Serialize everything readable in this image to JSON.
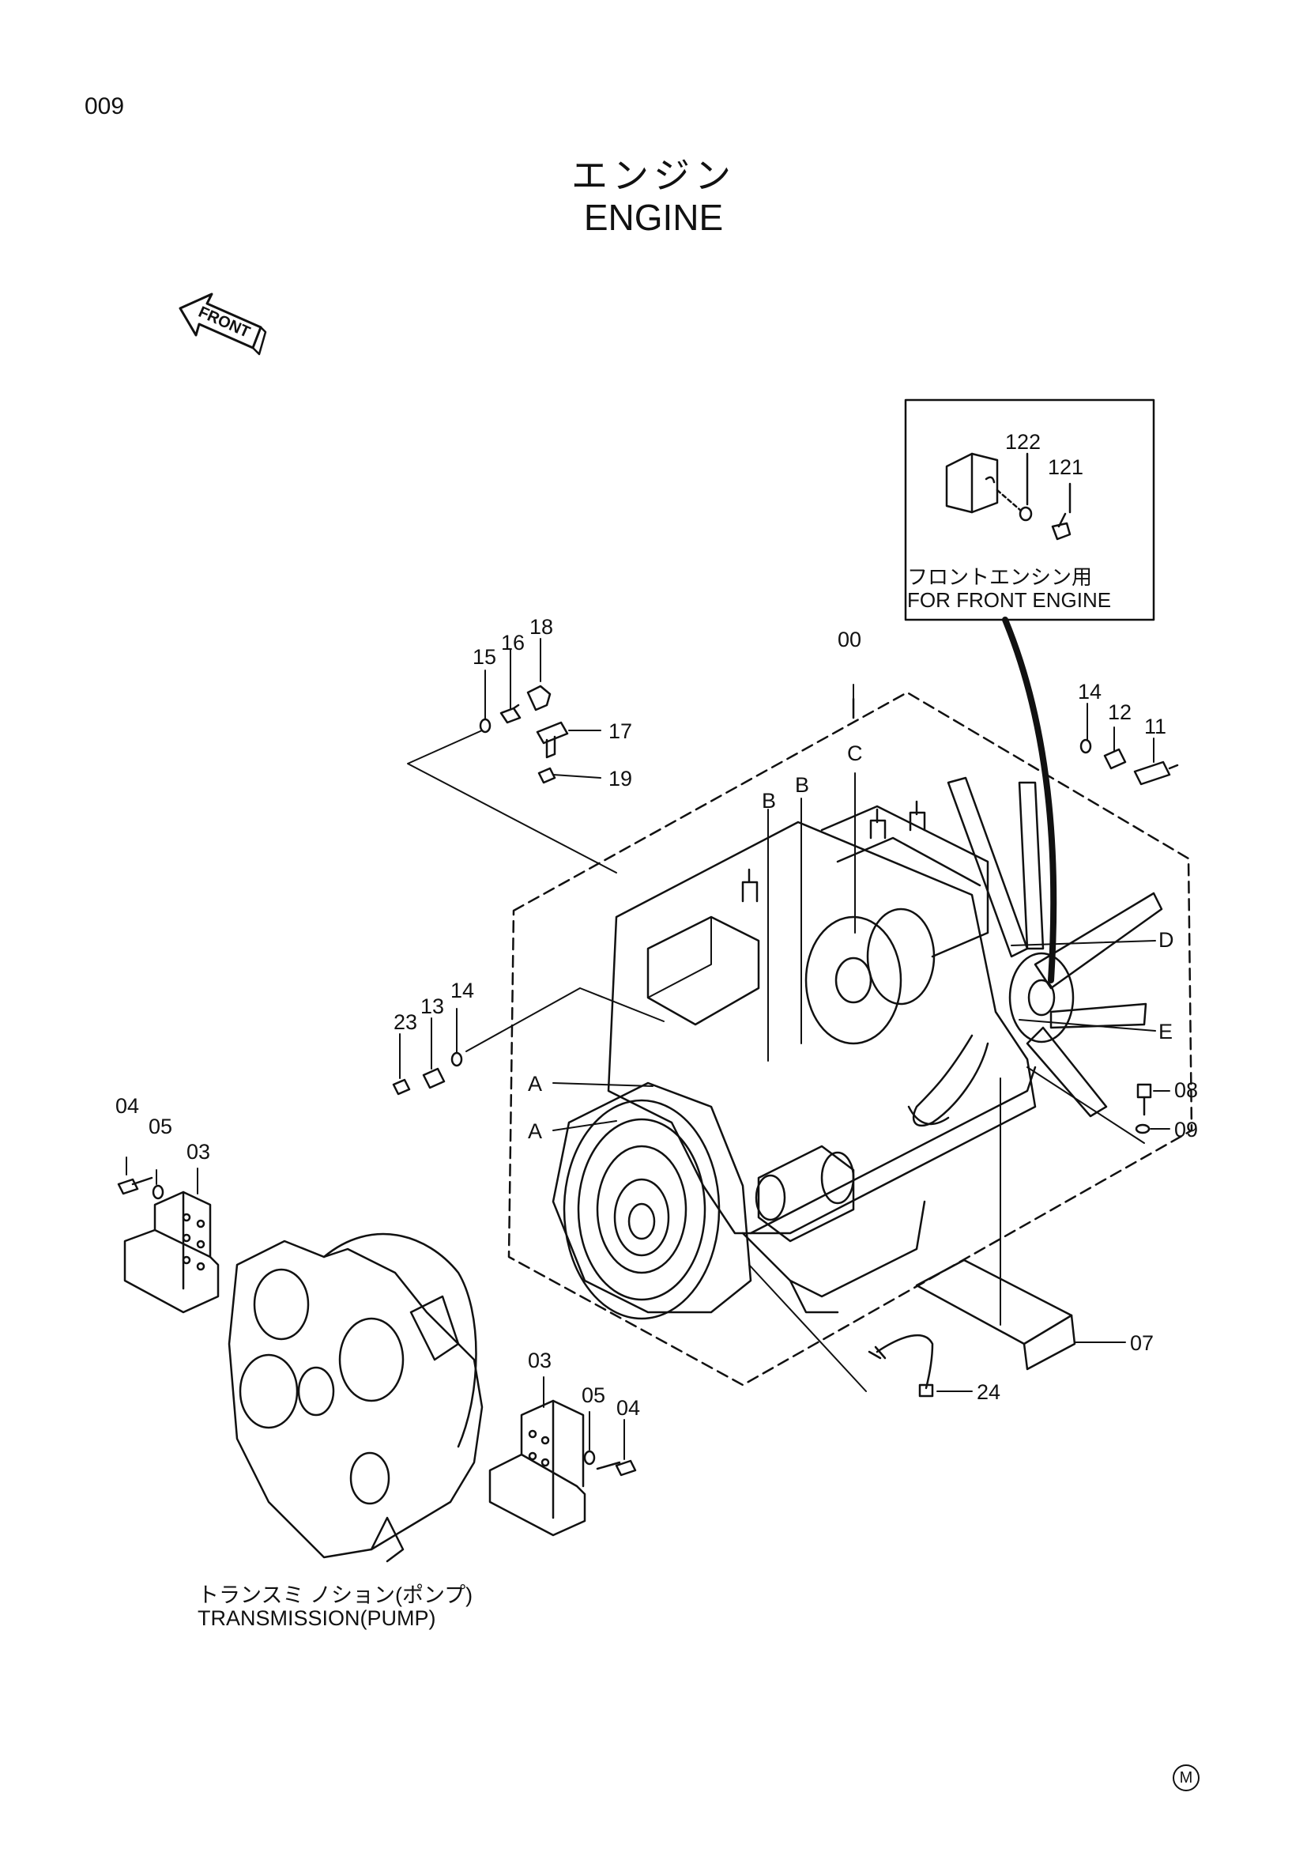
{
  "page_number": "009",
  "title": {
    "jp": "エンジン",
    "en": "ENGINE"
  },
  "front_arrow_text": "FRONT",
  "inset": {
    "jp": "フロントエンシン用",
    "en": "FOR FRONT ENGINE"
  },
  "transmission": {
    "jp": "トランスミ ノション(ポンプ)",
    "en": "TRANSMISSION(PUMP)"
  },
  "copyright_mark": "M",
  "callouts": {
    "c00": "00",
    "c03a": "03",
    "c03b": "03",
    "c04a": "04",
    "c04b": "04",
    "c05a": "05",
    "c05b": "05",
    "c07": "07",
    "c08": "08",
    "c09": "09",
    "c11": "11",
    "c12": "12",
    "c13": "13",
    "c14a": "14",
    "c14b": "14",
    "c15": "15",
    "c16": "16",
    "c17": "17",
    "c18": "18",
    "c19": "19",
    "c23": "23",
    "c24": "24",
    "c121": "121",
    "c122": "122",
    "cA1": "A",
    "cA2": "A",
    "cB1": "B",
    "cB2": "B",
    "cC": "C",
    "cD": "D",
    "cE": "E"
  }
}
